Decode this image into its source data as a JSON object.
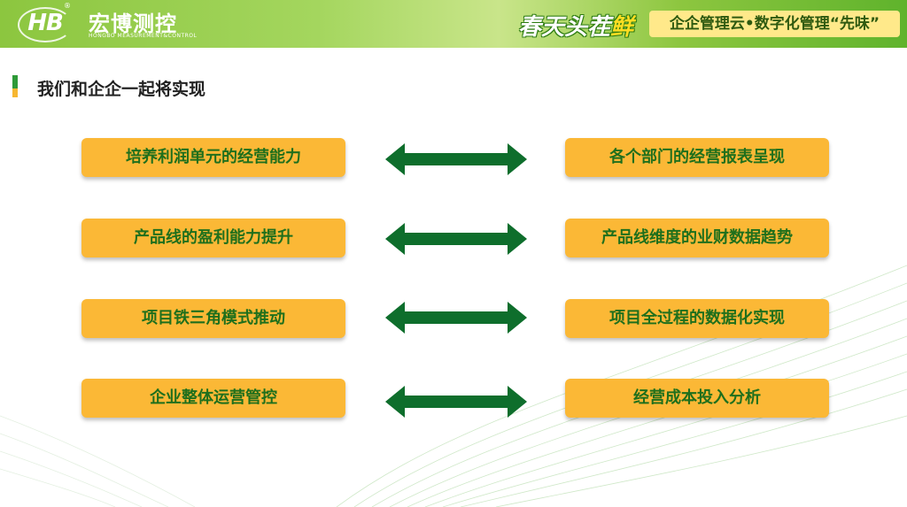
{
  "header": {
    "logo_text": "HB",
    "logo_registered": "®",
    "brand_name": "宏博测控",
    "brand_sub": "HONGBO MEASUREMENT&CONTROL",
    "slogan_part1": "春天头茬",
    "slogan_part2": "鲜",
    "tagline": "企企管理云•数字化管理“先味”"
  },
  "section": {
    "title": "我们和企企一起将实现"
  },
  "rows": [
    {
      "left": "培养利润单元的经营能力",
      "right": "各个部门的经营报表呈现"
    },
    {
      "left": "产品线的盈利能力提升",
      "right": "产品线维度的业财数据趋势"
    },
    {
      "left": "项目铁三角模式推动",
      "right": "项目全过程的数据化实现"
    },
    {
      "left": "企业整体运营管控",
      "right": "经营成本投入分析"
    }
  ],
  "colors": {
    "pill": "#fbb836",
    "pill_text": "#1f6f1c",
    "arrow": "#0e6e2c",
    "header_green": "#8cc63f"
  },
  "icons": {
    "arrow": "double-headed-arrow-icon",
    "logo": "hb-logo-icon"
  }
}
